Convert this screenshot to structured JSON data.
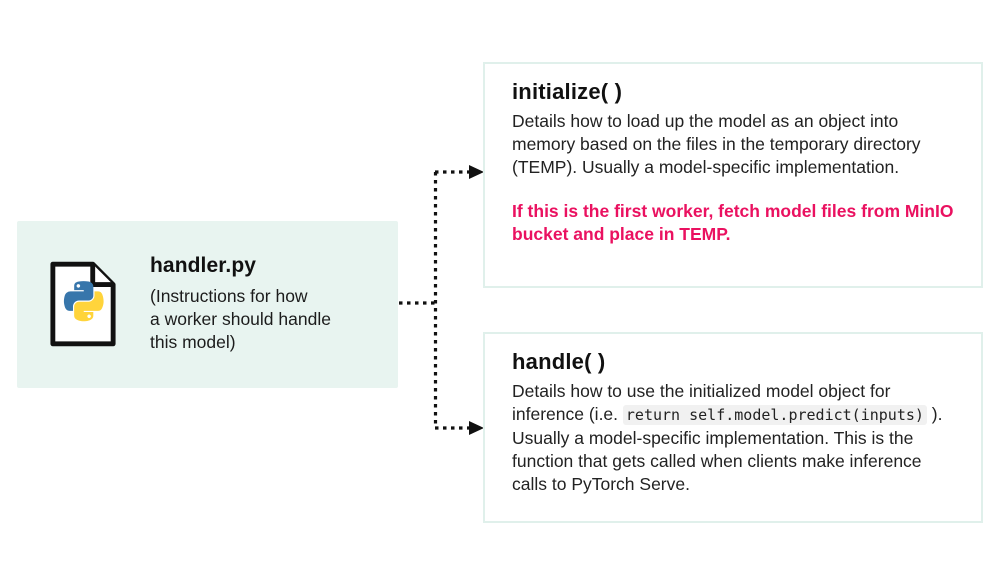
{
  "source_box": {
    "title": "handler.py",
    "description": "(Instructions for how\na worker should handle\nthis model)",
    "icon": "python-file-icon",
    "bg_color": "#e8f4f0"
  },
  "initialize_box": {
    "title": "initialize( )",
    "body": "Details how to load up the model as an object into memory based on the files in the temporary directory (TEMP). Usually a model-specific implementation.",
    "highlight": "If this is the first worker, fetch model files from MinIO bucket and place in TEMP.",
    "highlight_color": "#ea1160",
    "border_color": "#e0f0eb"
  },
  "handle_box": {
    "title": "handle( )",
    "body_prefix": "Details how to use the initialized model object for inference (i.e. ",
    "code": "return self.model.predict(inputs)",
    "body_suffix": " ). Usually a model-specific implementation. This is the function that gets called when clients make inference calls to PyTorch Serve.",
    "border_color": "#e0f0eb"
  },
  "connector": {
    "style": "dotted",
    "color": "#111111",
    "arrow_count": 2
  },
  "python_logo_colors": {
    "blue": "#3776ab",
    "yellow": "#ffd43b"
  }
}
